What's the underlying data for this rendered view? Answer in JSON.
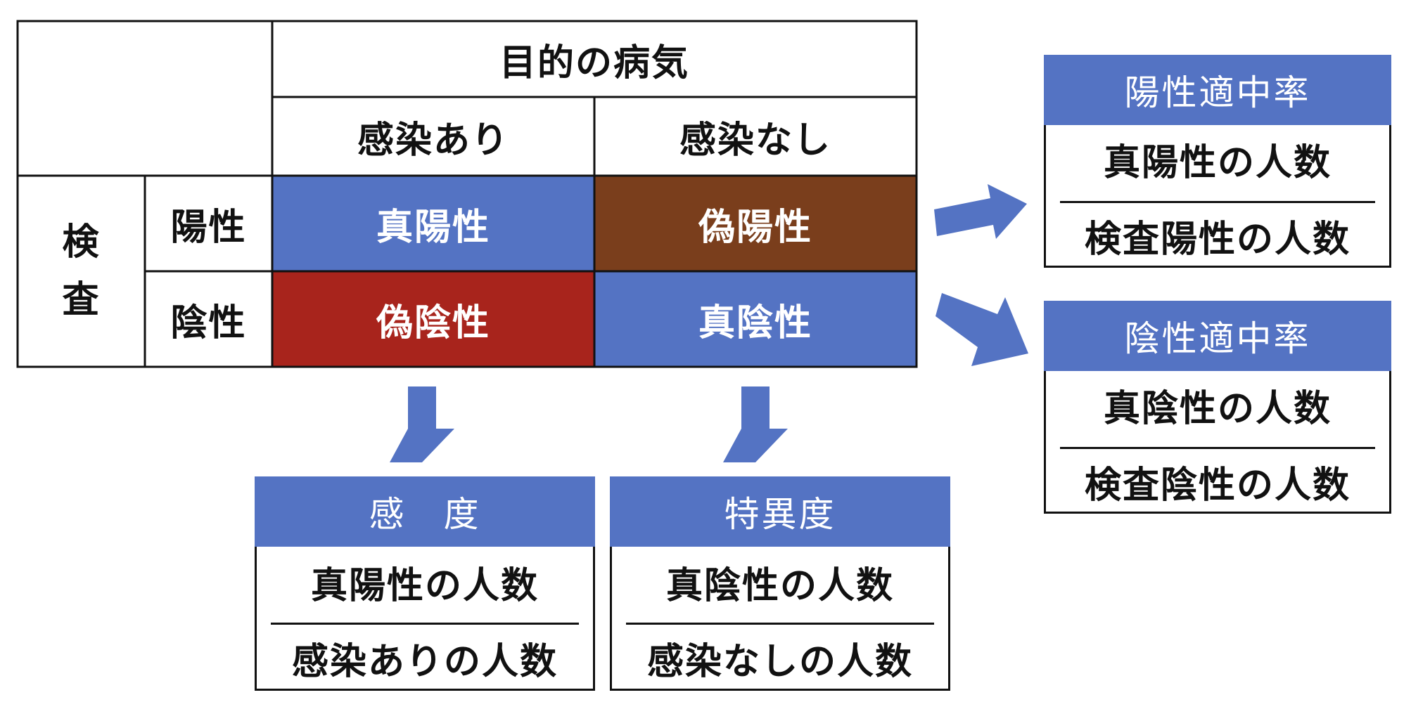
{
  "matrix": {
    "col_group_label": "目的の病気",
    "col_infected": "感染あり",
    "col_not_infected": "感染なし",
    "row_group_label_top": "検",
    "row_group_label_bottom": "査",
    "row_positive": "陽性",
    "row_negative": "陰性",
    "true_positive": "真陽性",
    "false_positive": "偽陽性",
    "false_negative": "偽陰性",
    "true_negative": "真陰性"
  },
  "metrics": {
    "ppv": {
      "title": "陽性適中率",
      "numerator": "真陽性の人数",
      "denominator": "検査陽性の人数"
    },
    "npv": {
      "title": "陰性適中率",
      "numerator": "真陰性の人数",
      "denominator": "検査陰性の人数"
    },
    "sensitivity": {
      "title": "感　度",
      "numerator": "真陽性の人数",
      "denominator": "感染ありの人数"
    },
    "specificity": {
      "title": "特異度",
      "numerator": "真陰性の人数",
      "denominator": "感染なしの人数"
    }
  },
  "colors": {
    "blue": "#5473c3",
    "brown": "#7a3e1c",
    "red": "#a8241c",
    "border": "#111111",
    "white": "#ffffff"
  },
  "icons": [
    "arrow-right-icon",
    "arrow-down-icon"
  ]
}
